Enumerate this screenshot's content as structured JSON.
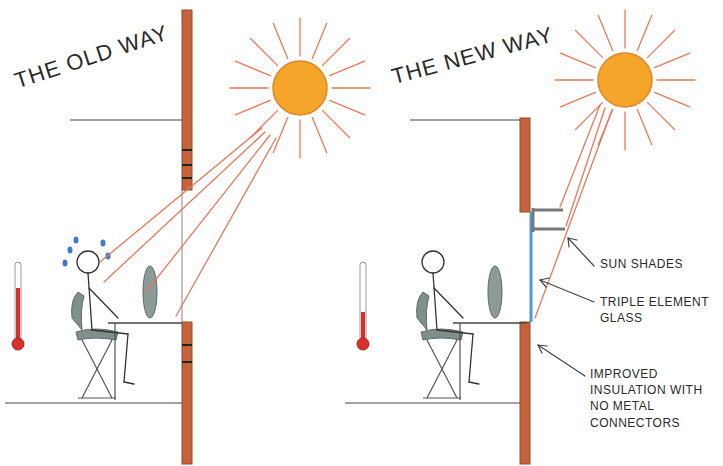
{
  "diagram": {
    "labels": [
      "THE OLD WAY",
      "THE NEW WAY",
      "SUN SHADES",
      "TRIPLE ELEMENT GLASS",
      "IMPROVED INSULATION WITH NO METAL CONNECTORS"
    ]
  }
}
